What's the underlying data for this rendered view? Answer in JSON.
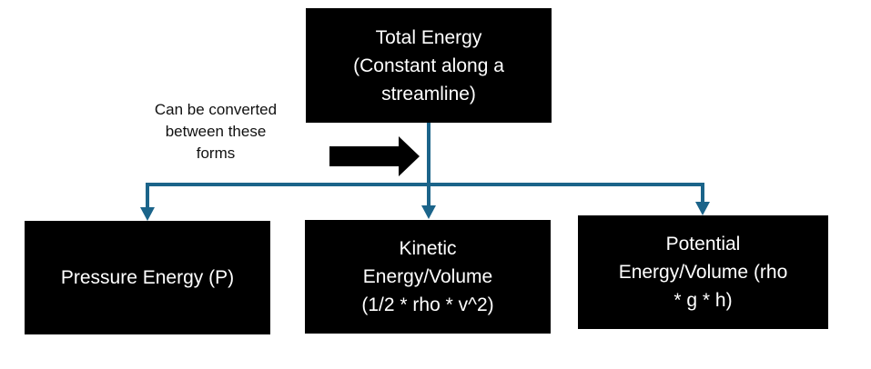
{
  "colors": {
    "background": "#ffffff",
    "node_fill": "#000000",
    "node_text": "#ffffff",
    "connector": "#1b648a",
    "block_arrow": "#000000",
    "annotation_text": "#111111"
  },
  "icons": {
    "block_arrow": "right-block-arrow",
    "connector_tip": "down-arrowhead"
  },
  "nodes": {
    "total": {
      "lines": [
        "Total Energy",
        "(Constant along a",
        "streamline)"
      ]
    },
    "pressure": {
      "lines": [
        "Pressure Energy (P)"
      ]
    },
    "kinetic": {
      "lines": [
        "Kinetic",
        "Energy/Volume",
        "(1/2 * rho * v^2)"
      ]
    },
    "potential": {
      "lines": [
        "Potential",
        "Energy/Volume (rho",
        "* g * h)"
      ]
    }
  },
  "annotation": {
    "lines": [
      "Can be converted",
      "between these",
      "forms"
    ]
  }
}
